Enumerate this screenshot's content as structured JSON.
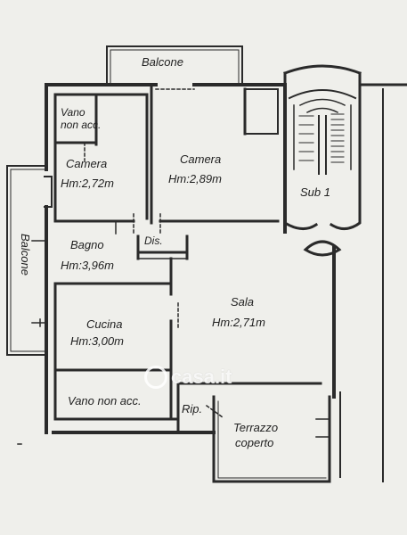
{
  "rooms": {
    "balcone_top": "Balcone",
    "vano_top_l1": "Vano",
    "vano_top_l2": "non acc.",
    "camera1_name": "Camera",
    "camera1_hm": "Hm:2,72m",
    "camera2_name": "Camera",
    "camera2_hm": "Hm:2,89m",
    "sub1": "Sub 1",
    "dis": "Dis.",
    "bagno_name": "Bagno",
    "bagno_hm": "Hm:3,96m",
    "balcone_left": "Balcone",
    "sala_name": "Sala",
    "sala_hm": "Hm:2,71m",
    "cucina_name": "Cucina",
    "cucina_hm": "Hm:3,00m",
    "vano_bottom": "Vano non acc.",
    "rip": "Rip.",
    "terrazzo_l1": "Terrazzo",
    "terrazzo_l2": "coperto"
  },
  "watermark": "casa.it"
}
